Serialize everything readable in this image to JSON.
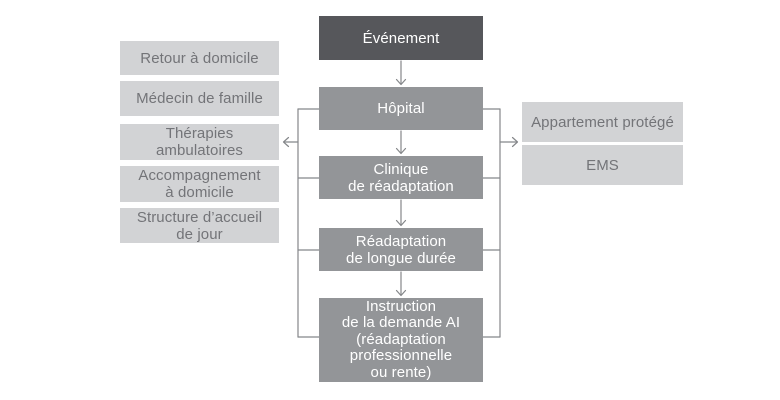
{
  "diagram": {
    "language": "fr",
    "colors": {
      "dark_box": "#56575b",
      "mid_box": "#939598",
      "light_box": "#d2d3d5",
      "line": "#85878a",
      "light_text": "#737478",
      "white_text": "#ffffff"
    },
    "center_nodes": [
      {
        "id": "evenement",
        "label": "Événement"
      },
      {
        "id": "hopital",
        "label": "Hôpital"
      },
      {
        "id": "clinique",
        "label": "Clinique\nde réadaptation"
      },
      {
        "id": "readaptation",
        "label": "Réadaptation\nde longue durée"
      },
      {
        "id": "instruction",
        "label": "Instruction\nde la demande AI\n(réadaptation\nprofessionnelle\nou rente)"
      }
    ],
    "left_nodes": [
      {
        "id": "retour",
        "label": "Retour à domicile"
      },
      {
        "id": "medecin",
        "label": "Médecin de famille"
      },
      {
        "id": "therapies",
        "label": "Thérapies\nambulatoires"
      },
      {
        "id": "accompagnement",
        "label": "Accompagnement\nà domicile"
      },
      {
        "id": "structure",
        "label": "Structure d’accueil\nde jour"
      }
    ],
    "right_nodes": [
      {
        "id": "appartement",
        "label": "Appartement protégé"
      },
      {
        "id": "ems",
        "label": "EMS"
      }
    ],
    "edges": [
      "Événement -> Hôpital",
      "Hôpital -> Clinique de réadaptation",
      "Clinique de réadaptation -> Réadaptation de longue durée",
      "Réadaptation de longue durée -> Instruction de la demande AI",
      "rail-gauche -> boîtes de gauche",
      "rail-droit -> Appartement protégé / EMS"
    ]
  }
}
